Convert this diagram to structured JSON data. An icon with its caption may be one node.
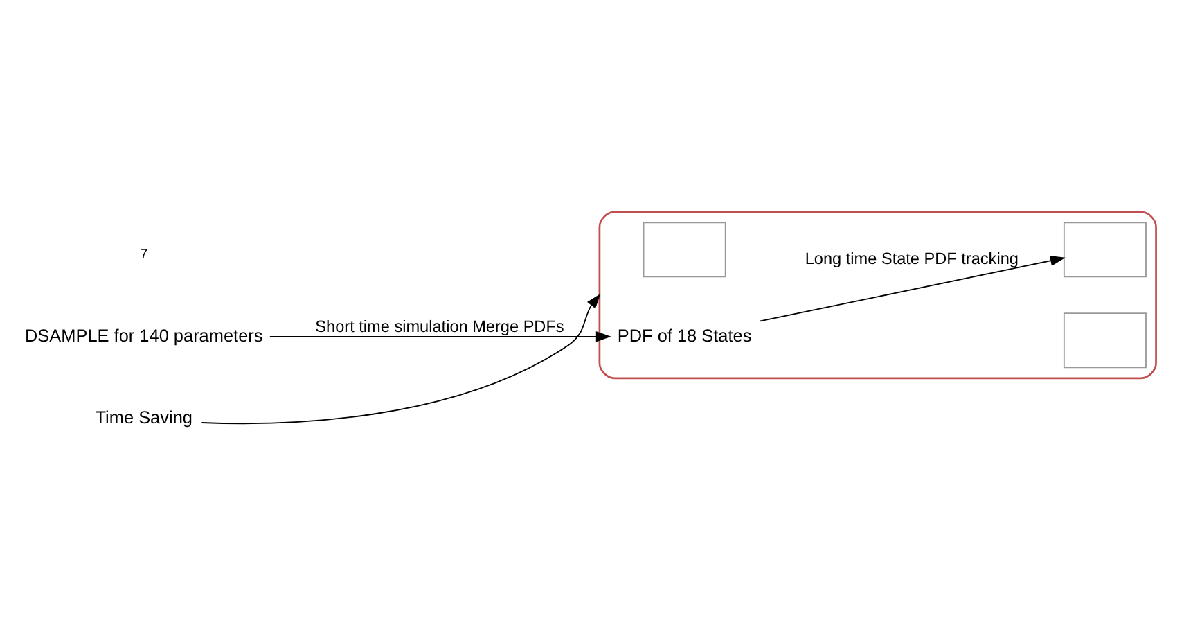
{
  "diagram": {
    "nodes": [
      {
        "text": [],
        "shape": "ellipse"
      },
      {
        "text": [
          "DSAMPLE for 140 parameters"
        ]
      },
      {
        "text": [],
        "shape": "box",
        "in": 0
      },
      {
        "text": [
          "PDF of 18 States"
        ],
        "in": 0
      },
      {
        "text": [],
        "shape": "box",
        "in": 0
      },
      {
        "text": [],
        "shape": "box",
        "in": 0
      },
      {
        "text": [
          "Time Saving"
        ]
      }
    ],
    "edges": [
      {
        "from": 1,
        "to": 3,
        "arrow": "to",
        "label": "Short time simulation Merge PDFs"
      },
      {
        "from": 3,
        "to": 4,
        "arrow": "to",
        "label": "Long time State PDF tracking"
      },
      {
        "from": 6,
        "to": 0,
        "arrow": "to"
      }
    ],
    "labels": [
      "7"
    ]
  }
}
